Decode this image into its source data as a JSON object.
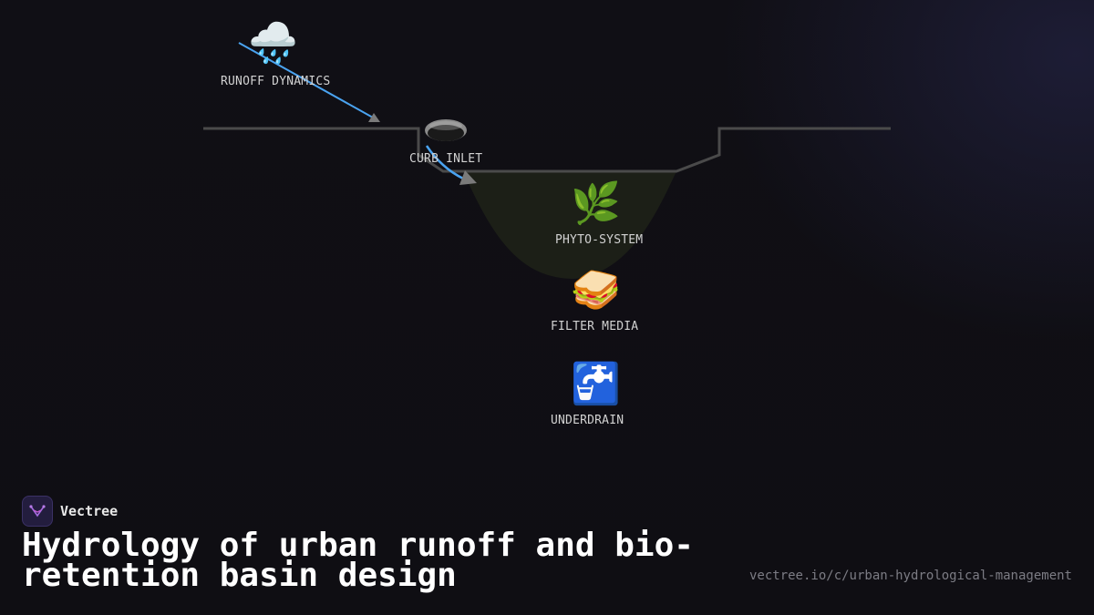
{
  "diagram": {
    "nodes": [
      {
        "id": "runoff",
        "label": "RUNOFF DYNAMICS",
        "icon": "rain-cloud-icon",
        "glyph": "🌧️"
      },
      {
        "id": "inlet",
        "label": "CURB INLET",
        "icon": "manhole-cover-icon"
      },
      {
        "id": "phyto",
        "label": "PHYTO-SYSTEM",
        "icon": "herb-icon",
        "glyph": "🌿"
      },
      {
        "id": "filter",
        "label": "FILTER MEDIA",
        "icon": "sandwich-icon",
        "glyph": "🥪"
      },
      {
        "id": "underdrain",
        "label": "UNDERDRAIN",
        "icon": "faucet-icon",
        "glyph": "🚰"
      }
    ],
    "colors": {
      "ground_line": "#4a4a4a",
      "flow_arrow": "#4aa3f0",
      "basin_fill": "#1c1f17",
      "arrowhead": "#7a7a7a"
    }
  },
  "brand": {
    "name": "Vectree",
    "logo_icon": "vectree-logo-icon"
  },
  "title": "Hydrology of urban runoff and bio-retention basin design",
  "url": "vectree.io/c/urban-hydrological-management"
}
